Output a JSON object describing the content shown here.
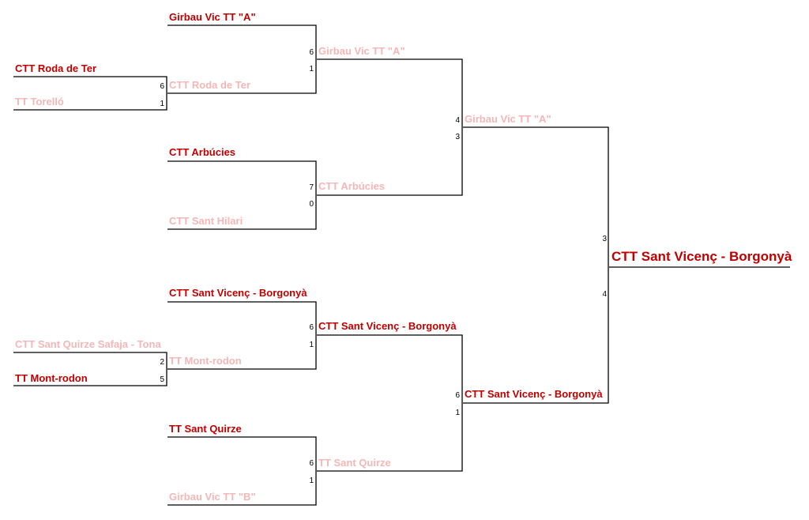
{
  "colors": {
    "winner": "#C00000",
    "loser": "#F4B6B6",
    "line": "#000000"
  },
  "prelim": [
    {
      "top": {
        "name": "CTT Roda de Ter",
        "score": "6",
        "won": true
      },
      "bottom": {
        "name": "TT Torelló",
        "score": "1",
        "won": false
      }
    },
    {
      "top": {
        "name": "CTT Sant Quirze Safaja - Tona",
        "score": "2",
        "won": false
      },
      "bottom": {
        "name": "TT Mont-rodon",
        "score": "5",
        "won": true
      }
    }
  ],
  "quarterfinals": [
    {
      "top": {
        "name": "Girbau Vic TT \"A\"",
        "score": "6",
        "won": true
      },
      "bottom": {
        "name": "CTT Roda de Ter",
        "score": "1",
        "won": false
      }
    },
    {
      "top": {
        "name": "CTT Arbúcies",
        "score": "7",
        "won": true
      },
      "bottom": {
        "name": "CTT Sant Hilari",
        "score": "0",
        "won": false
      }
    },
    {
      "top": {
        "name": "CTT Sant Vicenç - Borgonyà",
        "score": "6",
        "won": true
      },
      "bottom": {
        "name": "TT Mont-rodon",
        "score": "1",
        "won": false
      }
    },
    {
      "top": {
        "name": "TT Sant Quirze",
        "score": "6",
        "won": true
      },
      "bottom": {
        "name": "Girbau Vic TT \"B\"",
        "score": "1",
        "won": false
      }
    }
  ],
  "semifinals": [
    {
      "top": {
        "name": "Girbau Vic TT \"A\"",
        "score": "4",
        "won": false
      },
      "bottom": {
        "name": "CTT Arbúcies",
        "score": "3",
        "won": false
      }
    },
    {
      "top": {
        "name": "CTT Sant Vicenç - Borgonyà",
        "score": "6",
        "won": true
      },
      "bottom": {
        "name": "TT Sant Quirze",
        "score": "1",
        "won": false
      }
    }
  ],
  "final": {
    "top": {
      "name": "Girbau Vic TT \"A\"",
      "score": "3",
      "won": false
    },
    "bottom": {
      "name": "CTT Sant Vicenç - Borgonyà",
      "score": "4",
      "won": true
    }
  },
  "champion": {
    "name": "CTT Sant Vicenç - Borgonyà"
  }
}
